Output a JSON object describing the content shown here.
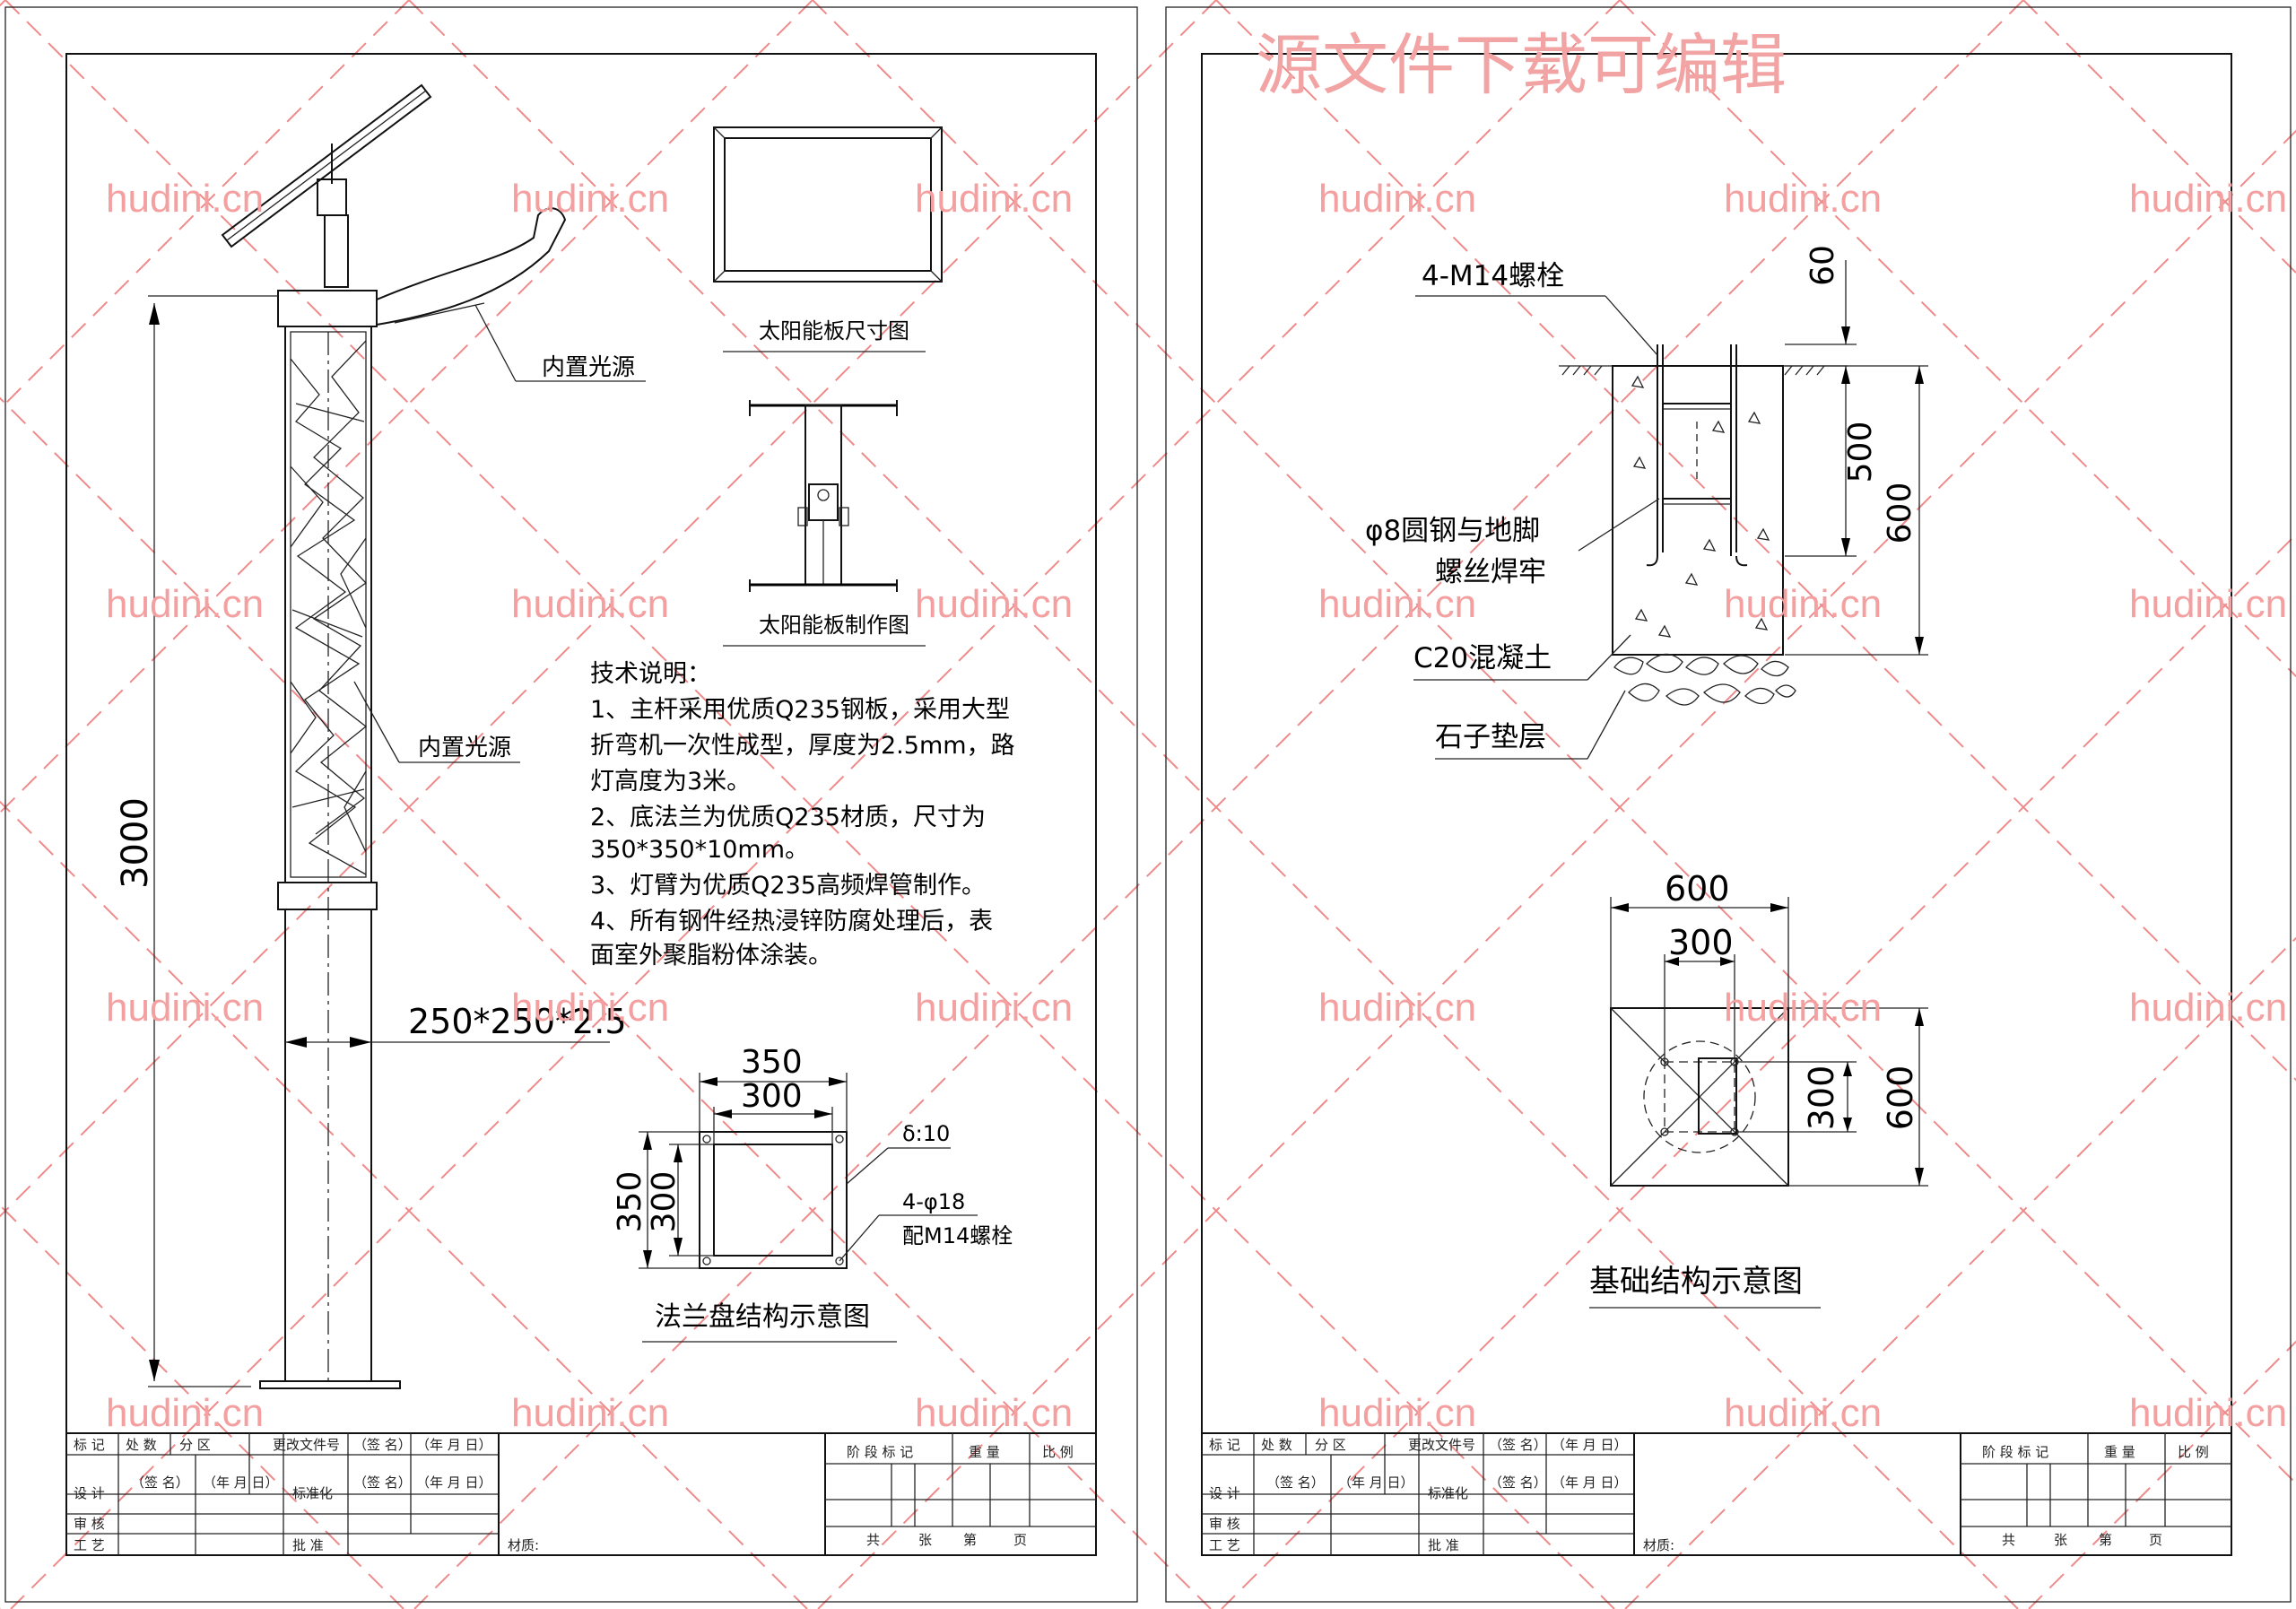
{
  "watermark": {
    "top_banner": "源文件下载可编辑",
    "domain_text": "hudini.cn"
  },
  "left_sheet": {
    "dims": {
      "height_3000": "3000",
      "pole_section": "250*250*2.5"
    },
    "labels": {
      "light_source_top": "内置光源",
      "light_source_mid": "内置光源",
      "panel_size_caption": "太阳能板尺寸图",
      "panel_make_caption": "太阳能板制作图"
    },
    "tech_notes": {
      "heading": "技术说明：",
      "lines": [
        "1、主杆采用优质Q235钢板，采用大型",
        "折弯机一次性成型，厚度为2.5mm，路",
        "灯高度为3米。",
        "2、底法兰为优质Q235材质，尺寸为",
        "350*350*10mm。",
        "3、灯臂为优质Q235高频焊管制作。",
        "4、所有钢件经热浸锌防腐处理后，表",
        "面室外聚脂粉体涂装。"
      ]
    },
    "flange": {
      "w_outer": "350",
      "w_inner": "300",
      "h_outer": "350",
      "h_inner": "300",
      "thickness": "δ:10",
      "holes": "4-φ18",
      "bolts": "配M14螺栓",
      "caption": "法兰盘结构示意图"
    }
  },
  "right_sheet": {
    "section": {
      "bolt_label": "4-M14螺栓",
      "dim_60": "60",
      "dim_500": "500",
      "dim_600": "600",
      "rebar_line1": "φ8圆钢与地脚",
      "rebar_line2": "螺丝焊牢",
      "concrete": "C20混凝土",
      "gravel": "石子垫层"
    },
    "plan": {
      "top_outer": "600",
      "top_inner": "300",
      "side_inner": "300",
      "side_outer": "600",
      "caption": "基础结构示意图"
    }
  },
  "title_block": {
    "r1": [
      "标 记",
      "处 数",
      "分 区",
      "更改文件号",
      "（签 名）",
      "（年 月 日）"
    ],
    "r2": [
      "设 计",
      "（签 名）",
      "（年 月 日）",
      "标准化",
      "（签 名）",
      "（年 月 日）"
    ],
    "r3": [
      "审 核"
    ],
    "r4": [
      "工 艺",
      "批 准"
    ],
    "material": "材质:",
    "stage": "阶 段 标 记",
    "weight": "重 量",
    "scale": "比 例",
    "pages": [
      "共",
      "张",
      "第",
      "页"
    ]
  }
}
